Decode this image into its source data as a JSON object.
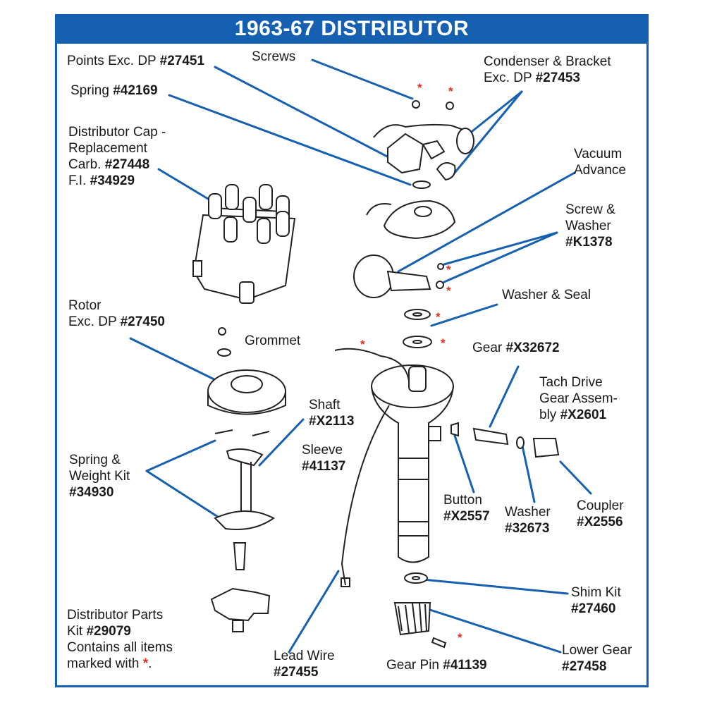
{
  "title": "1963-67 DISTRIBUTOR",
  "colors": {
    "accent": "#1560b0",
    "leader": "#1560b0",
    "asterisk": "#e0301e",
    "drawing": "#222222"
  },
  "labels": {
    "points": {
      "text": "Points Exc. DP ",
      "part": "#27451"
    },
    "screws": {
      "text": "Screws"
    },
    "condenser": {
      "line1": "Condenser & Bracket",
      "line2_text": "Exc. DP ",
      "part": "#27453"
    },
    "spring": {
      "text": "Spring ",
      "part": "#42169"
    },
    "cap": {
      "line1": "Distributor Cap -",
      "line2": "Replacement",
      "line3_text": "Carb. ",
      "part_carb": "#27448",
      "line4_text": "F.I. ",
      "part_fi": "#34929"
    },
    "vacuum": {
      "line1": "Vacuum",
      "line2": "Advance"
    },
    "screw_washer": {
      "line1": "Screw &",
      "line2": "Washer",
      "part": "#K1378"
    },
    "washer_seal": {
      "text": "Washer & Seal"
    },
    "rotor": {
      "line1": "Rotor",
      "line2_text": "Exc. DP ",
      "part": "#27450"
    },
    "grommet": {
      "text": "Grommet"
    },
    "gear": {
      "text": "Gear ",
      "part": "#X32672"
    },
    "tach": {
      "line1": "Tach Drive",
      "line2": "Gear Assem-",
      "line3_text": "bly ",
      "part": "#X2601"
    },
    "shaft": {
      "text": "Shaft",
      "part": "#X2113"
    },
    "sleeve": {
      "text": "Sleeve",
      "part": "#41137"
    },
    "spring_weight": {
      "line1": "Spring &",
      "line2": "Weight Kit",
      "part": "#34930"
    },
    "button": {
      "text": "Button",
      "part": "#X2557"
    },
    "washer": {
      "text": "Washer",
      "part": "#32673"
    },
    "coupler": {
      "text": "Coupler",
      "part": "#X2556"
    },
    "shim": {
      "text": "Shim Kit",
      "part": "#27460"
    },
    "parts_kit": {
      "line1": "Distributor Parts",
      "line2_text": "Kit ",
      "part": "#29079",
      "line3": "Contains all items",
      "line4": "marked with ",
      "asterisk": "*",
      "period": "."
    },
    "lead_wire": {
      "text": "Lead Wire",
      "part": "#27455"
    },
    "gear_pin": {
      "text": "Gear Pin ",
      "part": "#41139"
    },
    "lower_gear": {
      "text": "Lower Gear",
      "part": "#27458"
    }
  },
  "asterisk_glyph": "*"
}
